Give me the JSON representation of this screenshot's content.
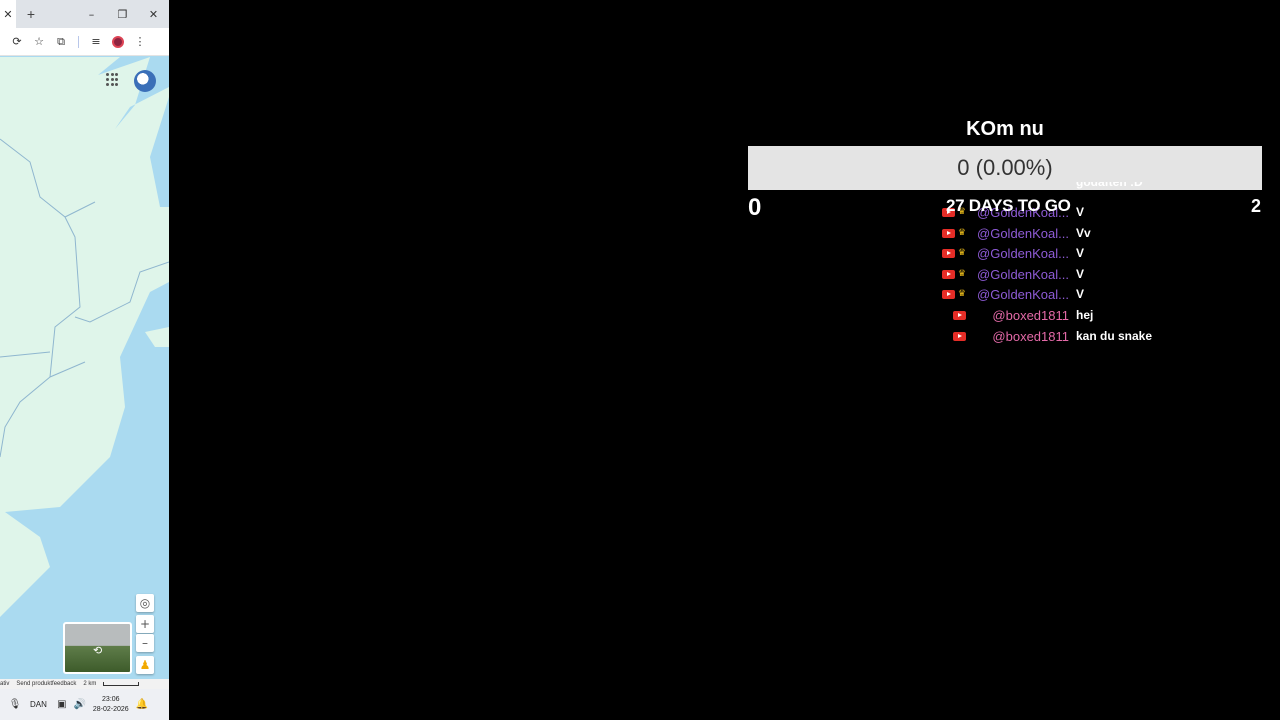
{
  "browser": {
    "tabbar": {
      "close_glyph": "✕",
      "new_tab_glyph": "+",
      "minimize_glyph": "–",
      "restore_glyph": "❐",
      "window_close_glyph": "✕"
    },
    "toolbar_icons": [
      "reload-icon",
      "bookmark-star-icon",
      "extensions-icon",
      "media-control-icon",
      "profile-avatar",
      "menu-kebab-icon"
    ],
    "map": {
      "colors": {
        "water": "#aadaf0",
        "land": "#dff5ea",
        "road": "#8fb6cf"
      },
      "controls": {
        "locate_glyph": "◎",
        "zoom_in_glyph": "+",
        "zoom_out_glyph": "–",
        "pegman_glyph": "♟"
      },
      "footer": {
        "attribution": "ativ",
        "feedback": "Send produktfeedback",
        "scale": "2 km"
      }
    },
    "taskbar": {
      "language": "DAN",
      "time": "23:06",
      "date": "28-02-2026"
    }
  },
  "goal": {
    "title": "KOm nu",
    "progress_label": "0 (0.00%)",
    "progress_fraction": 0,
    "start_value": "0",
    "end_value": "2",
    "days_to_go": "27 DAYS TO GO",
    "colors": {
      "bar_bg": "#e4e4e4",
      "fill": "#3fc37a"
    }
  },
  "chat": {
    "messages": [
      {
        "author": "",
        "text": "godaften :D",
        "member": false,
        "yt": false
      },
      {
        "author": "@GoldenKoal...",
        "text": "V",
        "member": true,
        "yt": true
      },
      {
        "author": "@GoldenKoal...",
        "text": "Vv",
        "member": true,
        "yt": true
      },
      {
        "author": "@GoldenKoal...",
        "text": "V",
        "member": true,
        "yt": true
      },
      {
        "author": "@GoldenKoal...",
        "text": "V",
        "member": true,
        "yt": true
      },
      {
        "author": "@GoldenKoal...",
        "text": "V",
        "member": true,
        "yt": true
      },
      {
        "author": "@boxed1811",
        "text": "hej",
        "member": false,
        "yt": true
      },
      {
        "author": "@boxed1811",
        "text": "kan du snake",
        "member": false,
        "yt": true
      }
    ]
  }
}
